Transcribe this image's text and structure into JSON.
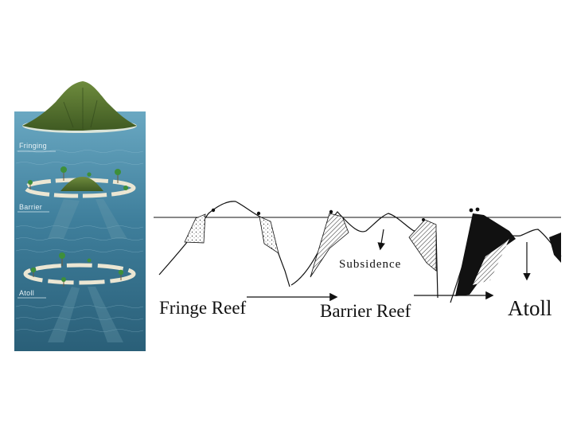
{
  "illustration": {
    "labels": {
      "fringing": "Fringing",
      "barrier": "Barrier",
      "atoll": "Atoll"
    }
  },
  "diagram": {
    "subsidence_label": "Subsidence",
    "stages": {
      "fringe": "Fringe Reef",
      "barrier": "Barrier Reef",
      "atoll": "Atoll"
    }
  },
  "colors": {
    "ocean_top": "#5b9bb8",
    "ocean_bottom": "#245a74",
    "island_green": "#4d6a2c",
    "reef_sand": "#e8e2cf",
    "ink": "#111111"
  }
}
